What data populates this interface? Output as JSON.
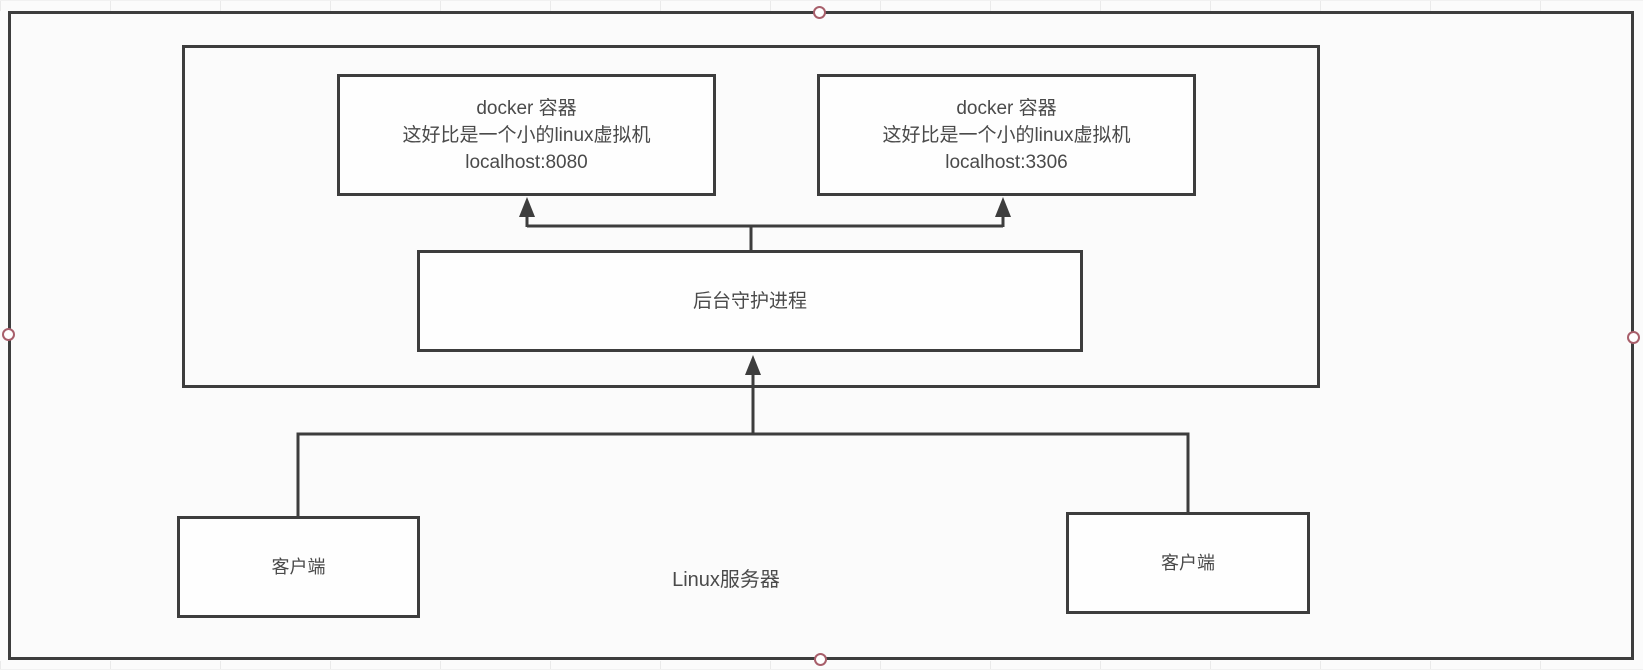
{
  "diagram": {
    "type": "flowchart",
    "outer_container_label": "Linux服务器",
    "nodes": {
      "docker_container_left": {
        "line1": "docker 容器",
        "line2": "这好比是一个小的linux虚拟机",
        "line3": "localhost:8080"
      },
      "docker_container_right": {
        "line1": "docker 容器",
        "line2": "这好比是一个小的linux虚拟机",
        "line3": "localhost:3306"
      },
      "daemon": {
        "label": "后台守护进程"
      },
      "client_left": {
        "label": "客户端"
      },
      "client_right": {
        "label": "客户端"
      }
    },
    "edges": [
      {
        "from": "daemon",
        "to": "docker_container_left",
        "arrow_direction": "up"
      },
      {
        "from": "daemon",
        "to": "docker_container_right",
        "arrow_direction": "up"
      },
      {
        "from": "client_left",
        "to": "daemon",
        "arrow_direction": "up"
      },
      {
        "from": "client_right",
        "to": "daemon",
        "arrow_direction": "up"
      }
    ],
    "colors": {
      "line": "#3d3d3d",
      "text": "#4a4a4a",
      "background": "#fbfbfb",
      "grid_line": "#e9e9e9",
      "selection_handle_border": "#a85f6b",
      "selection_handle_fill": "#ffffff"
    }
  },
  "selection": {
    "handles": [
      "top-center",
      "left-middle",
      "right-middle",
      "bottom-center"
    ]
  }
}
